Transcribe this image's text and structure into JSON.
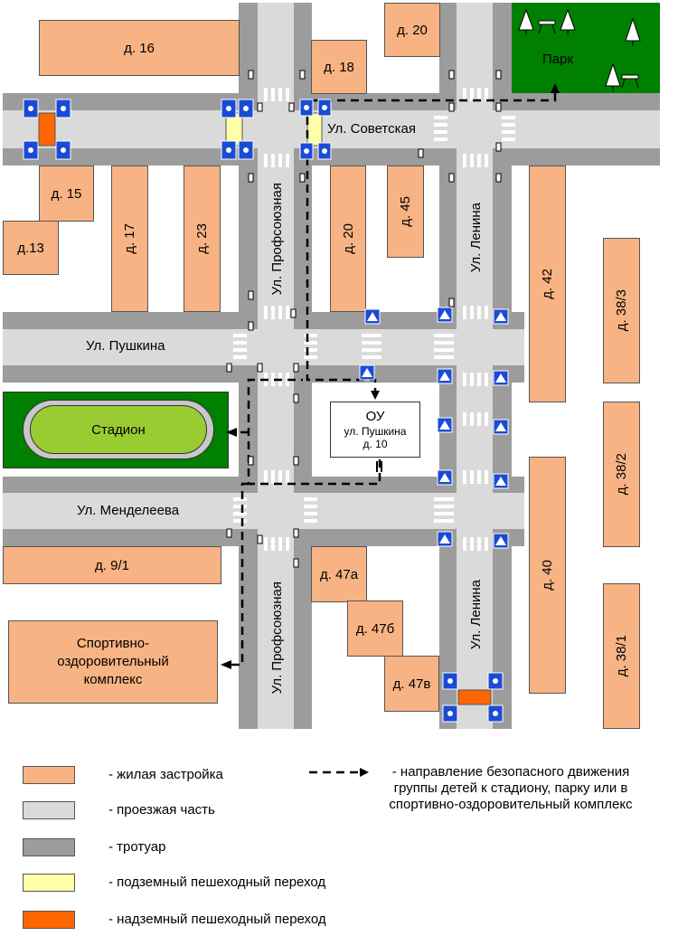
{
  "buildings": {
    "b16": "д. 16",
    "b20_top": "д. 20",
    "b18": "д. 18",
    "b15": "д. 15",
    "b13": "д.13",
    "b17": "д. 17",
    "b23": "д. 23",
    "b20_mid": "д. 20",
    "b45": "д. 45",
    "b42": "д. 42",
    "b38_3": "д. 38/3",
    "b38_2": "д. 38/2",
    "b38_1": "д. 38/1",
    "b40": "д. 40",
    "b9_1": "д. 9/1",
    "b47a": "д. 47а",
    "b47b": "д. 47б",
    "b47v": "д. 47в",
    "sport_line1": "Спортивно-",
    "sport_line2": "оздоровительный",
    "sport_line3": "комплекс"
  },
  "places": {
    "park": "Парк",
    "stadium": "Стадион",
    "school_line1": "ОУ",
    "school_line2": "ул. Пушкина",
    "school_line3": "д. 10"
  },
  "streets": {
    "sovetskaya": "Ул. Советская",
    "pushkina": "Ул. Пушкина",
    "mendeleeva": "Ул. Менделеева",
    "profsoyuznaya": "Ул. Профсоюзная",
    "lenina": "Ул. Ленина"
  },
  "legend": {
    "residential": "- жилая застройка",
    "roadway": "- проезжая часть",
    "sidewalk": "- тротуар",
    "underground": "- подземный пешеходный переход",
    "overground": "- надземный пешеходный переход",
    "route_line1": "- направление безопасного движения",
    "route_line2": "группы детей к стадиону, парку или в",
    "route_line3": "спортивно-оздоровительный комплекс"
  },
  "colors": {
    "residential": "#f7b383",
    "roadway": "#dadada",
    "sidewalk": "#9c9c9c",
    "underground": "#ffffa8",
    "overground": "#ff6600",
    "park": "#008000",
    "stadium_field": "#99cc33",
    "sign_blue": "#1a4bd6"
  }
}
